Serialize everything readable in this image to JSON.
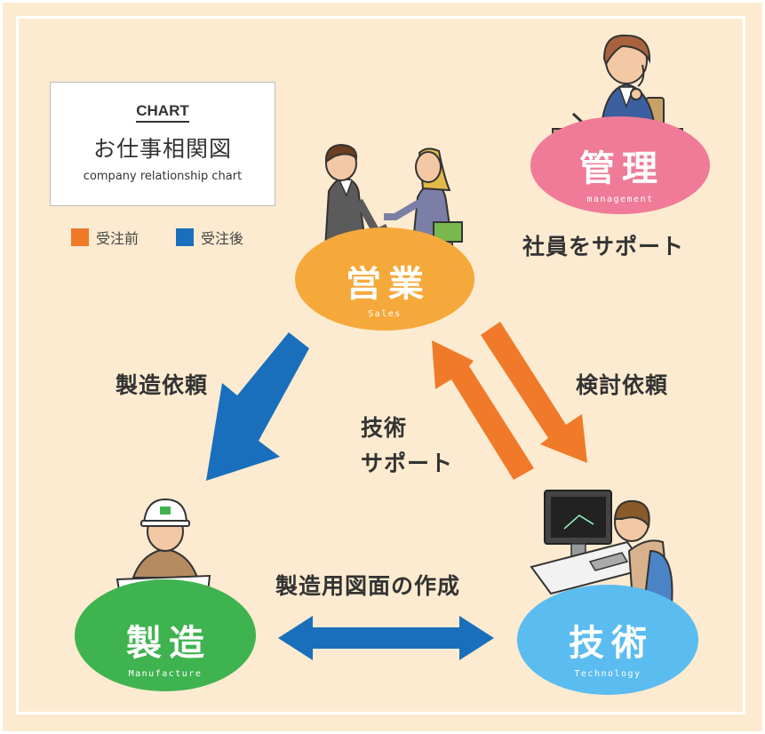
{
  "header": {
    "chart_tag": "CHART",
    "title": "お仕事相関図",
    "subtitle": "company relationship chart"
  },
  "legend": [
    {
      "label": "受注前",
      "color": "#f07a2a"
    },
    {
      "label": "受注後",
      "color": "#1a6fbc"
    }
  ],
  "departments": {
    "management": {
      "name": "管理",
      "en": "management",
      "color": "#ef7b98"
    },
    "sales": {
      "name": "営業",
      "en": "Sales",
      "color": "#f6a93b"
    },
    "manufacture": {
      "name": "製造",
      "en": "Manufacture",
      "color": "#3fb34f"
    },
    "technology": {
      "name": "技術",
      "en": "Technology",
      "color": "#5bbcf0"
    }
  },
  "relations": {
    "management_support": "社員をサポート",
    "manufacture_request": "製造依頼",
    "review_request": "検討依頼",
    "tech_support_line1": "技術",
    "tech_support_line2": "サポート",
    "drawing_creation": "製造用図面の作成"
  }
}
